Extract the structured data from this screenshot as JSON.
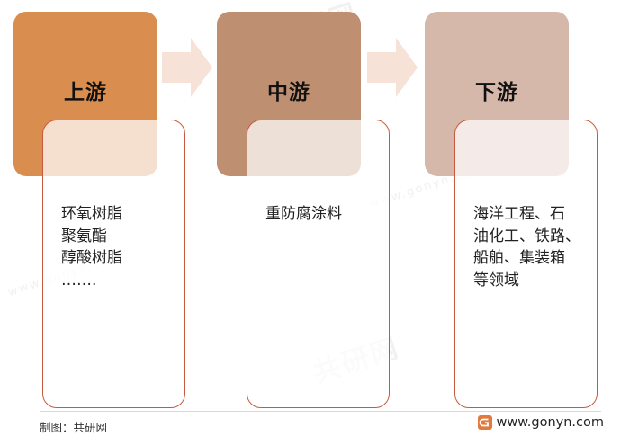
{
  "stages": [
    {
      "title": "上游",
      "items": [
        "环氧树脂",
        "聚氨酯",
        "醇酸树脂",
        "……."
      ]
    },
    {
      "title": "中游",
      "items": [
        "重防腐涂料"
      ]
    },
    {
      "title": "下游",
      "items": [
        "海洋工程、石",
        "油化工、铁路、",
        "船舶、集装箱",
        "等领域"
      ]
    }
  ],
  "colors": {
    "upstream": "#d98d4f",
    "midstream": "#bf8f71",
    "downstream": "#d6b8ab",
    "arrow": "#f6e2d6",
    "card_border": "#c75a3c"
  },
  "footer": {
    "credit": "制图：共研网",
    "website": "www.gonyn.com"
  },
  "watermark": {
    "brand": "共研网",
    "domain": "www.gonyn.com"
  }
}
